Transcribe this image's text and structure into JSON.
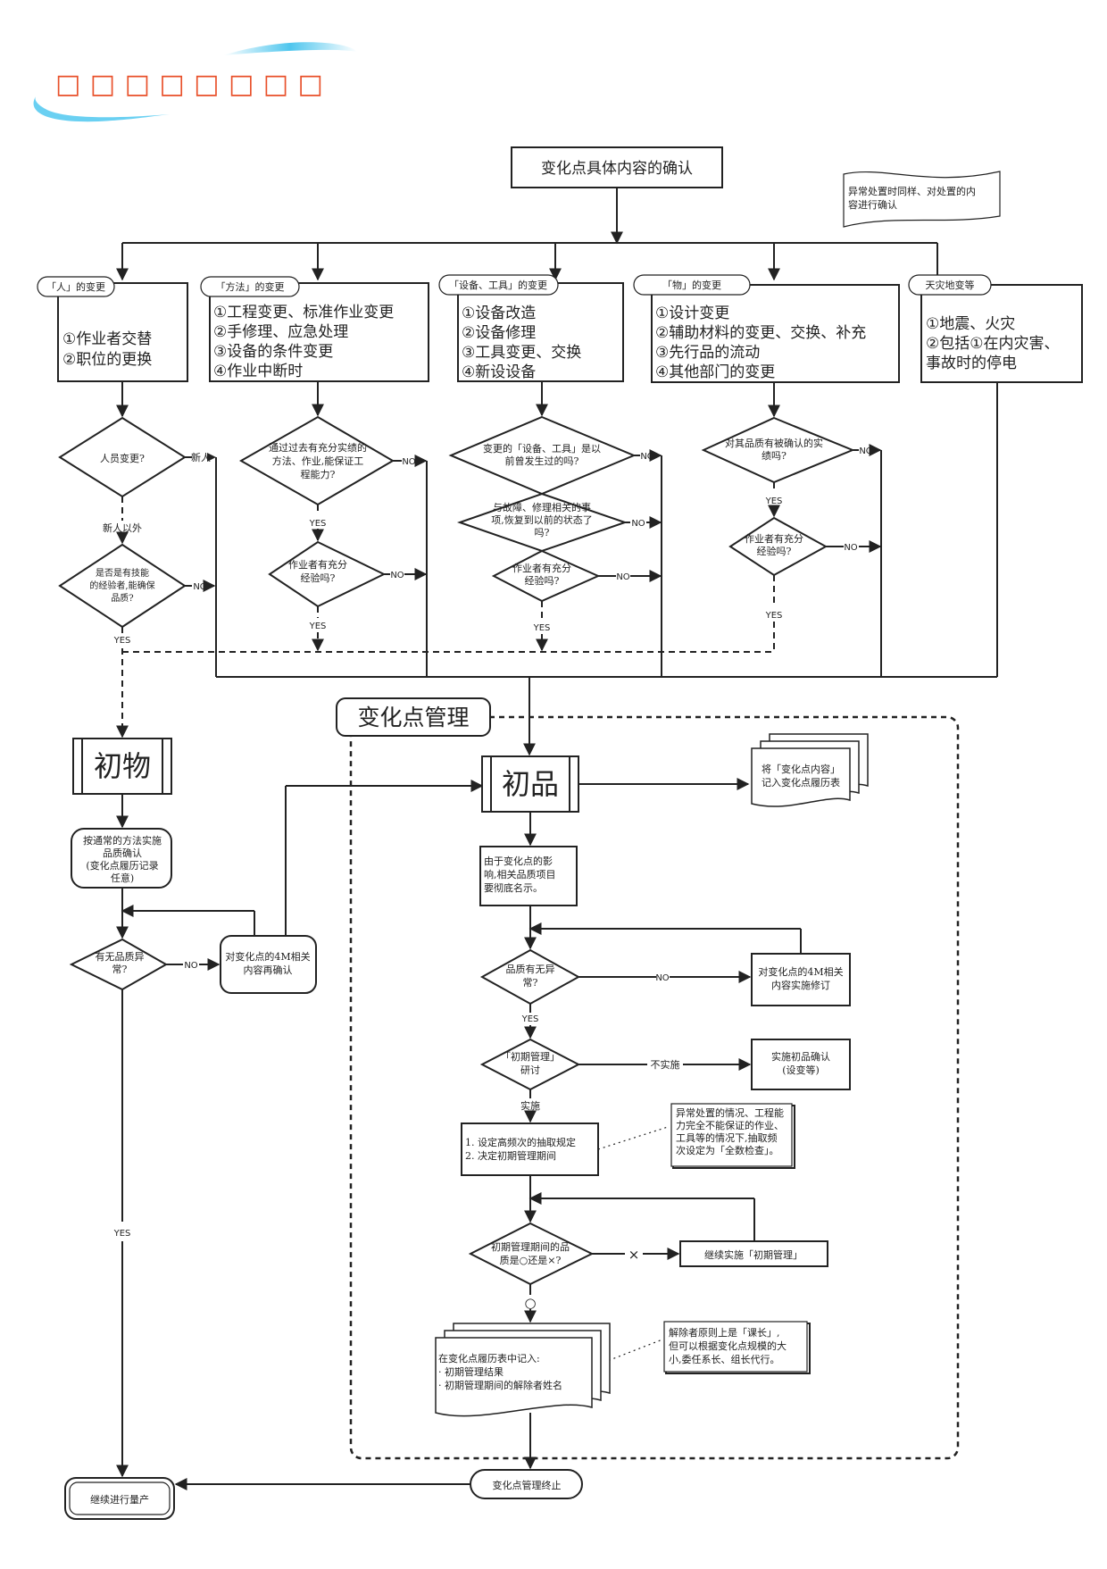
{
  "header": {
    "title": "□ □ □ □ □ □ □ □"
  },
  "top": {
    "start": "变化点具体内容的确认",
    "note": [
      "异常处置时同样、对处置的内",
      "容进行确认"
    ]
  },
  "categories": [
    {
      "tag": "「人」的变更",
      "items": [
        "①作业者交替",
        "②职位的更换"
      ]
    },
    {
      "tag": "「方法」的变更",
      "items": [
        "①工程变更、标准作业变更",
        "②手修理、应急处理",
        "③设备的条件变更",
        "④作业中断时"
      ]
    },
    {
      "tag": "「设备、工具」的变更",
      "items": [
        "①设备改造",
        "②设备修理",
        "③工具变更、交换",
        "④新设设备"
      ]
    },
    {
      "tag": "「物」的变更",
      "items": [
        "①设计变更",
        "②辅助材料的变更、交换、补充",
        "③先行品的流动",
        "④其他部门的变更"
      ]
    },
    {
      "tag": "天灾地变等",
      "items": [
        "①地震、火灾",
        "②包括①在内灾害、",
        "事故时的停电"
      ]
    }
  ],
  "decisions": {
    "person": [
      "人员变更?"
    ],
    "person_new": "新人",
    "person_other": "新人以外",
    "person_skill": [
      "是否是有技能",
      "的经验者,能确保",
      "品质?"
    ],
    "method": [
      "通过过去有充分实绩的",
      "方法、作业,能保证工",
      "程能力?"
    ],
    "method_exp": [
      "作业者有充分",
      "经验吗?"
    ],
    "equip": [
      "变更的「设备、工具」是以",
      "前曾发生过的吗?"
    ],
    "equip_repair": [
      "与故障、修理相关的事",
      "项,恢复到以前的状态了",
      "吗?"
    ],
    "equip_exp": [
      "作业者有充分",
      "经验吗?"
    ],
    "material": [
      "对其品质有被确认的实",
      "绩吗?"
    ],
    "material_exp": [
      "作业者有充分",
      "经验吗?"
    ]
  },
  "labels": {
    "yes": "YES",
    "no": "NO",
    "implement": "实施",
    "not_implement": "不实施",
    "circle": "○",
    "cross": "×"
  },
  "left": {
    "initial": "初物",
    "confirm": [
      "按通常的方法实施",
      "品质确认",
      "(变化点履历记录",
      "任意)"
    ],
    "quality": [
      "有无品质异",
      "常?"
    ],
    "reconfirm": [
      "对变化点的4M相关",
      "内容再确认"
    ],
    "mass": "继续进行量产"
  },
  "mgmt": {
    "title": "变化点管理",
    "initial_product": "初品",
    "record": [
      "将「变化点内容」",
      "记入变化点履历表"
    ],
    "instruct": [
      "由于变化点的影",
      "响,相关品质项目",
      "要彻底名示。"
    ],
    "quality": [
      "品质有无异",
      "常?"
    ],
    "revise": [
      "对变化点的4M相关",
      "内容实施修订"
    ],
    "study": [
      "「初期管理」",
      "研讨"
    ],
    "implement_confirm": [
      "实施初品确认",
      "(设变等)"
    ],
    "rules": [
      "1. 设定高频次的抽取规定",
      "2. 决定初期管理期间"
    ],
    "rules_note": [
      "异常处置的情况、工程能",
      "力完全不能保证的作业、",
      "工具等的情况下,抽取频",
      "次设定为「全数检查」。"
    ],
    "period": [
      "初期管理期间的品",
      "质是○还是×?"
    ],
    "continue": "继续实施「初期管理」",
    "log": [
      "在变化点履历表中记入:",
      "· 初期管理结果",
      "· 初期管理期间的解除者姓名"
    ],
    "log_note": [
      "解除者原则上是「课长」,",
      "但可以根据变化点规模的大",
      "小,委任系长、组长代行。"
    ],
    "end": "变化点管理终止"
  }
}
